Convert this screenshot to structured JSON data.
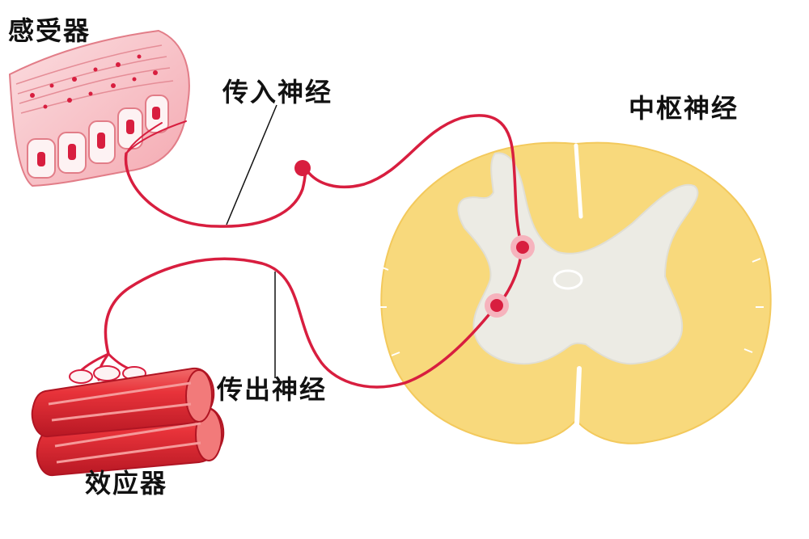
{
  "labels": {
    "receptor": "感受器",
    "afferent_nerve": "传入神经",
    "central_nerve": "中枢神经",
    "efferent_nerve": "传出神经",
    "effector": "效应器"
  },
  "colors": {
    "nerve": "#d81e3f",
    "white_matter": "#f8d97c",
    "gray_matter": "#ecebe4",
    "muscle": "#e8333a",
    "skin": "#f7c3c8",
    "label": "#111111"
  }
}
